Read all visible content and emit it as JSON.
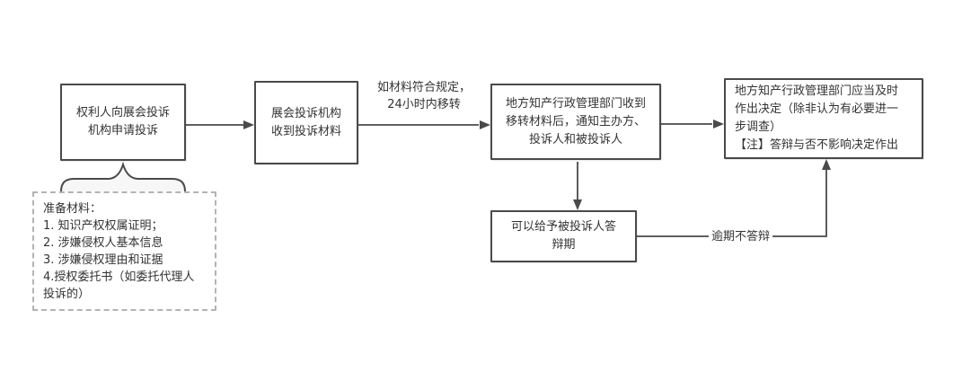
{
  "diagram": {
    "type": "flowchart",
    "colors": {
      "box_border": "#4a4a4a",
      "dashed_border": "#b3b3b3",
      "arrow": "#4a4a4a",
      "text": "#333333",
      "background": "#ffffff"
    },
    "boxes": {
      "box1": {
        "lines": [
          "权利人向展会投诉",
          "机构申请投诉"
        ]
      },
      "box2": {
        "lines": [
          "展会投诉机构",
          "收到投诉材料"
        ]
      },
      "box3": {
        "lines": [
          "地方知产行政管理部门收到",
          "移转材料后，通知主办方、",
          "投诉人和被投诉人"
        ]
      },
      "box4": {
        "lines": [
          "地方知产行政管理部门应当及时",
          "作出决定（除非认为有必要进一",
          "步调查）",
          "【注】答辩与否不影响决定作出"
        ]
      },
      "reply_box": {
        "lines": [
          "可以给予被投诉人答",
          "辩期"
        ]
      },
      "materials_box": {
        "lines": [
          "准备材料：",
          "1. 知识产权权属证明；",
          "2. 涉嫌侵权人基本信息",
          "3. 涉嫌侵权理由和证据",
          "4.授权委托书（如委托代理人",
          "投诉的）"
        ]
      }
    },
    "edge_labels": {
      "transfer": {
        "lines": [
          "如材料符合规定，",
          "24小时内移转"
        ]
      },
      "overdue": "逾期不答辩"
    }
  }
}
